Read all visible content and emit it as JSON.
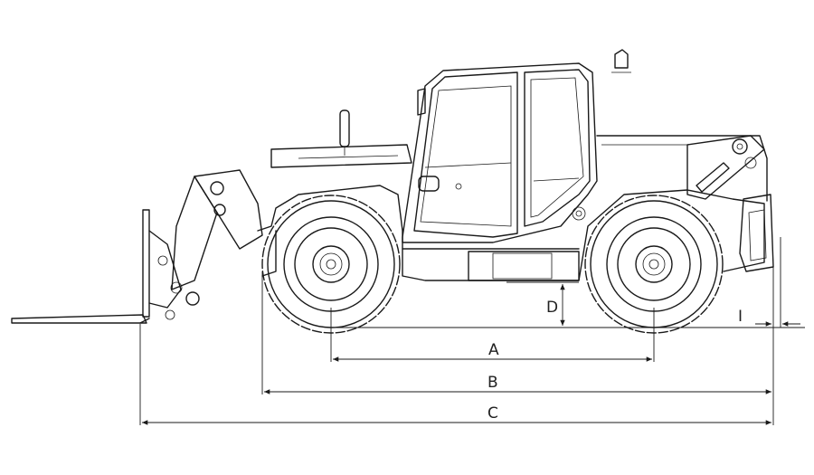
{
  "dimension_labels": {
    "A": "A",
    "B": "B",
    "C": "C",
    "D": "D",
    "I": "I"
  }
}
